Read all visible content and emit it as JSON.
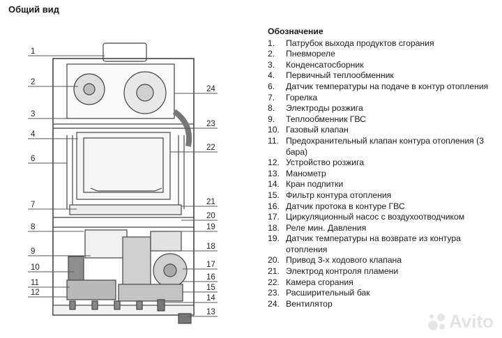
{
  "header": {
    "title": "Общий вид"
  },
  "legend": {
    "title": "Обозначение",
    "items": [
      {
        "num": "1.",
        "text": "Патрубок выхода продуктов сгорания"
      },
      {
        "num": "2.",
        "text": "Пневмореле"
      },
      {
        "num": "3.",
        "text": "Конденсатосборник"
      },
      {
        "num": "4.",
        "text": "Первичный теплообменник"
      },
      {
        "num": "6.",
        "text": "Датчик температуры на подаче в контур отопления"
      },
      {
        "num": "7.",
        "text": "Горелка"
      },
      {
        "num": "8.",
        "text": "Электроды розжига"
      },
      {
        "num": "9.",
        "text": "Теплообменник ГВС"
      },
      {
        "num": "10.",
        "text": "Газовый клапан"
      },
      {
        "num": "11.",
        "text": "Предохранительный клапан контура отопления (3 бара)"
      },
      {
        "num": "12.",
        "text": "Устройство розжига"
      },
      {
        "num": "13.",
        "text": "Манометр"
      },
      {
        "num": "14.",
        "text": "Кран подпитки"
      },
      {
        "num": "15.",
        "text": "Фильтр контура отопления"
      },
      {
        "num": "16.",
        "text": "Датчик протока в контуре  ГВС"
      },
      {
        "num": "17.",
        "text": "Циркуляционный насос с воздухоотводчиком"
      },
      {
        "num": "18.",
        "text": "Реле мин. Давления"
      },
      {
        "num": "19.",
        "text": "Датчик температуры на возврате из контура отопления"
      },
      {
        "num": "20.",
        "text": "Привод 3-х ходового  клапана"
      },
      {
        "num": "21.",
        "text": "Электрод контроля пламени"
      },
      {
        "num": "22.",
        "text": "Камера сгорания"
      },
      {
        "num": "23.",
        "text": "Расширительный бак"
      },
      {
        "num": "24.",
        "text": "Вентилятор"
      }
    ]
  },
  "callouts": {
    "left": [
      "1",
      "2",
      "3",
      "4",
      "6",
      "7",
      "8",
      "9",
      "10",
      "11",
      "12"
    ],
    "right": [
      "24",
      "23",
      "22",
      "21",
      "20",
      "19",
      "18",
      "17",
      "16",
      "15",
      "14",
      "13"
    ]
  },
  "watermark": {
    "text": "Avito"
  }
}
